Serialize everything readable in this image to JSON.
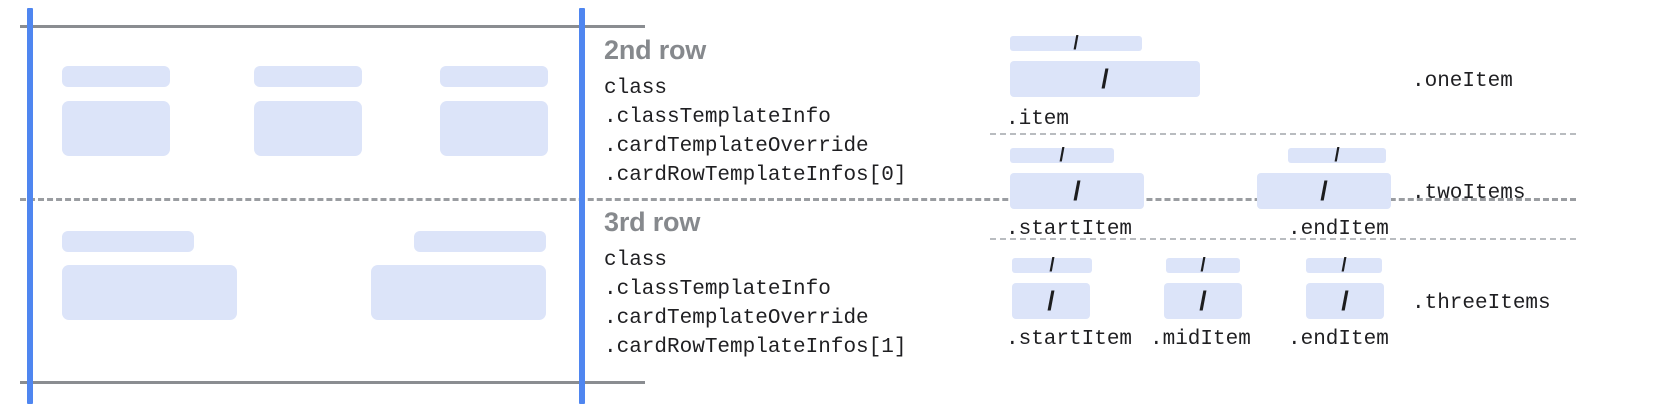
{
  "colors": {
    "placeholder_fill": "#dce4f9",
    "guide_blue": "#4f86f0",
    "rule_gray": "#8a8d91",
    "dash_gray": "#9a9da1",
    "dash_light": "#b9bcc0",
    "heading_gray": "#86898d",
    "code_text": "#1f1f22"
  },
  "left_panel": {
    "name": "card-template-preview",
    "rows": [
      {
        "name": "second-row-preview",
        "cells": [
          {
            "label_bar": true,
            "content_block": true
          },
          {
            "label_bar": true,
            "content_block": true
          },
          {
            "label_bar": true,
            "content_block": true
          }
        ]
      },
      {
        "name": "third-row-preview",
        "cells": [
          {
            "label_bar": true,
            "content_block": true
          },
          {
            "label_bar": true,
            "content_block": true
          }
        ]
      }
    ]
  },
  "annotations": [
    {
      "title": "2nd row",
      "code": "class\n.classTemplateInfo\n.cardTemplateOverride\n.cardRowTemplateInfos[0]"
    },
    {
      "title": "3rd row",
      "code": "class\n.classTemplateInfo\n.cardTemplateOverride\n.cardRowTemplateInfos[1]"
    }
  ],
  "right_panel": {
    "slash_glyph": "/",
    "variants": [
      {
        "name": "one-item",
        "type_label": ".oneItem",
        "items": [
          {
            "label": ".item"
          }
        ]
      },
      {
        "name": "two-items",
        "type_label": ".twoItems",
        "items": [
          {
            "label": ".startItem"
          },
          {
            "label": ".endItem"
          }
        ]
      },
      {
        "name": "three-items",
        "type_label": ".threeItems",
        "items": [
          {
            "label": ".startItem"
          },
          {
            "label": ".midItem"
          },
          {
            "label": ".endItem"
          }
        ]
      }
    ]
  }
}
